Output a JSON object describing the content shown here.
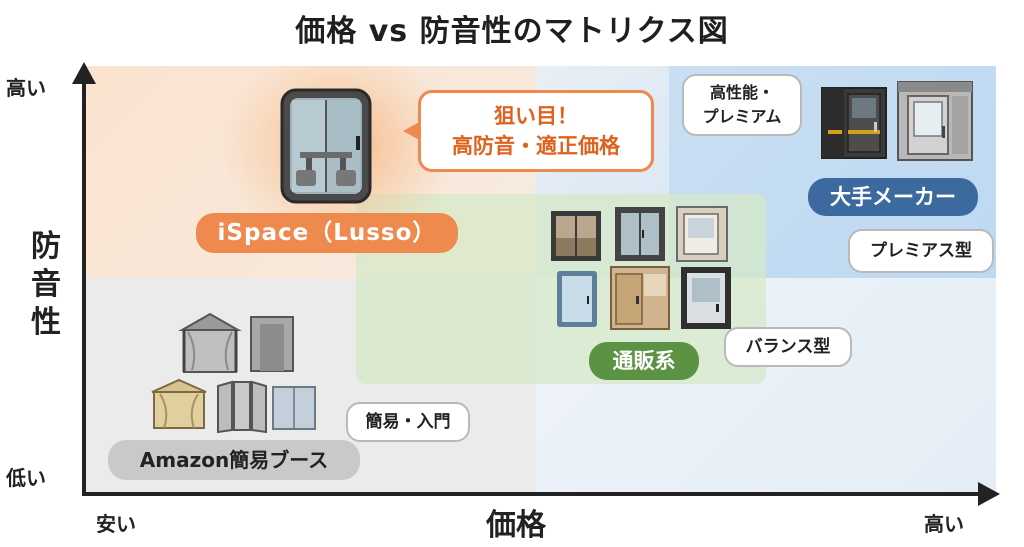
{
  "title": "価格 vs 防音性のマトリクス図",
  "axes": {
    "y_label": "防音性",
    "y_high": "高い",
    "y_low": "低い",
    "x_label": "価格",
    "x_low": "安い",
    "x_high": "高い"
  },
  "groups": {
    "ispace": {
      "label": "iSpace（Lusso）",
      "callout_line1": "狙い目！",
      "callout_line2": "高防音・適正価格",
      "color": "#ee8a4e"
    },
    "maker": {
      "label": "大手メーカー",
      "note_line1": "高性能・",
      "note_line2": "プレミアム",
      "type": "プレミアス型",
      "color": "#3d6a9e"
    },
    "tsuhan": {
      "label": "通販系",
      "type": "バランス型",
      "color": "#5b9244"
    },
    "amazon": {
      "label": "Amazon簡易ブース",
      "note": "簡易・入門",
      "color": "#c9c9c9"
    }
  },
  "icons": {
    "ispace_booth": "phone-booth-icon",
    "maker_booths": "premium-booth-icon",
    "tsuhan_booths": "mid-booth-icon",
    "amazon_booths": "tent-booth-icon"
  }
}
